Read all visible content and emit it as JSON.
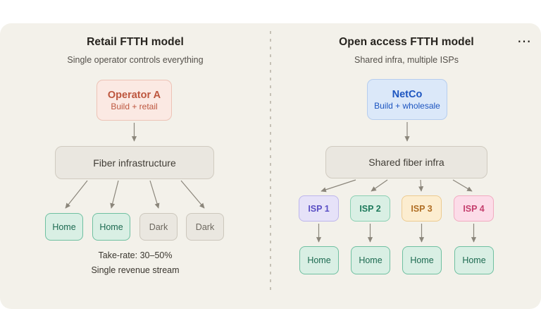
{
  "icons": {
    "more_options": "⋯"
  },
  "left_panel": {
    "title": "Retail FTTH model",
    "subtitle": "Single operator controls everything",
    "operator_box": {
      "name": "Operator A",
      "role": "Build + retail"
    },
    "infra_box": "Fiber infrastructure",
    "leaves": [
      {
        "label": "Home",
        "type": "home"
      },
      {
        "label": "Home",
        "type": "home"
      },
      {
        "label": "Dark",
        "type": "dark"
      },
      {
        "label": "Dark",
        "type": "dark"
      }
    ],
    "notes": [
      "Take-rate: 30–50%",
      "Single revenue stream"
    ]
  },
  "right_panel": {
    "title": "Open access FTTH model",
    "subtitle": "Shared infra, multiple ISPs",
    "operator_box": {
      "name": "NetCo",
      "role": "Build + wholesale"
    },
    "infra_box": "Shared fiber infra",
    "isps": [
      {
        "label": "ISP 1"
      },
      {
        "label": "ISP 2"
      },
      {
        "label": "ISP 3"
      },
      {
        "label": "ISP 4"
      }
    ],
    "homes": [
      {
        "label": "Home"
      },
      {
        "label": "Home"
      },
      {
        "label": "Home"
      },
      {
        "label": "Home"
      }
    ]
  },
  "colors": {
    "canvas_bg": "#f3f1ea",
    "operator_accent": "#bd563e",
    "operator_bg": "#fbe9e3",
    "netco_accent": "#1d55c0",
    "netco_bg": "#dbe8f9",
    "infra_bg": "#eae7e0",
    "home_accent": "#1d6a51",
    "home_bg": "#d9efe4",
    "dark_accent": "#6c675e",
    "isp1_accent": "#5a4fc4",
    "isp2_accent": "#1e7a5c",
    "isp3_accent": "#b06e24",
    "isp4_accent": "#c53f6e",
    "arrow": "#8b867b"
  }
}
